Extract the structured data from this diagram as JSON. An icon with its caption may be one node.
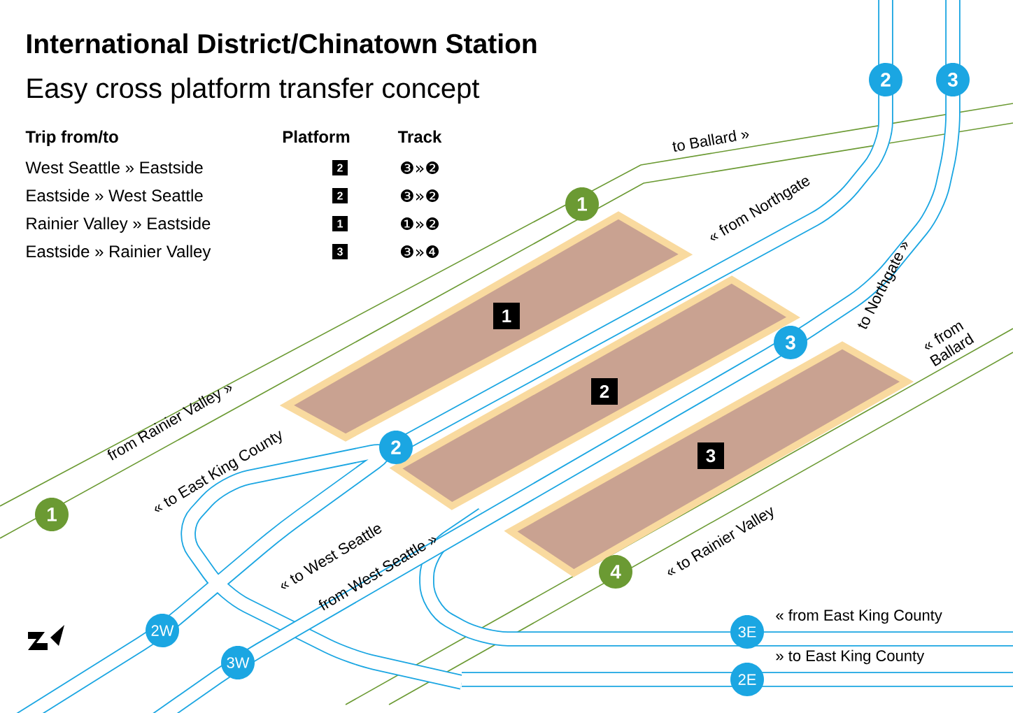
{
  "diagram": {
    "title": "International District/Chinatown Station",
    "nodes": [
      {
        "text": [
          "2"
        ]
      },
      {
        "text": [
          "3"
        ]
      },
      {
        "text": [
          "1"
        ]
      },
      {
        "text": [
          "1"
        ]
      },
      {
        "text": [
          "2"
        ]
      },
      {
        "text": [
          "3"
        ]
      },
      {
        "text": [
          "3"
        ]
      },
      {
        "text": [
          "2"
        ]
      },
      {
        "text": [
          "1"
        ]
      },
      {
        "text": [
          "4"
        ]
      },
      {
        "text": [
          "2W"
        ]
      },
      {
        "text": [
          "3E"
        ]
      },
      {
        "text": [
          "3W"
        ]
      },
      {
        "text": [
          "2E"
        ]
      }
    ],
    "labels": [
      "Easy cross platform transfer concept",
      "Trip from/to",
      "Platform",
      "Track",
      "West Seattle » Eastside",
      "2",
      "❸»❷",
      "Eastside » West Seattle",
      "2",
      "❸»❷",
      "Rainier Valley » Eastside",
      "1",
      "❶»❷",
      "Eastside » Rainier Valley",
      "3",
      "❸»❹",
      "to Ballard »",
      "« from Northgate",
      "to Northgate »",
      "« from Ballard",
      "from Rainier Valley »",
      "« to East King County",
      "« to West Seattle",
      "from West Seattle »",
      "« to Rainier Valley",
      "« from East King County",
      "» to East King County"
    ]
  }
}
